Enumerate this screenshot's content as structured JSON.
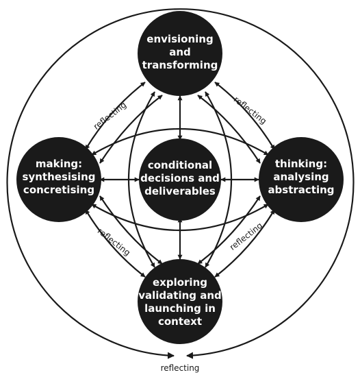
{
  "nodes": {
    "top": {
      "lines": [
        "envisioning",
        "and",
        "transforming"
      ]
    },
    "left": {
      "lines": [
        "making:",
        "synthesising",
        "concretising"
      ]
    },
    "center": {
      "lines": [
        "conditional",
        "decisions and",
        "deliverables"
      ]
    },
    "right": {
      "lines": [
        "thinking:",
        "analysing",
        "abstracting"
      ]
    },
    "bottom": {
      "lines": [
        "exploring",
        "validating and",
        "launching in",
        "context"
      ]
    }
  },
  "edge_labels": {
    "top_left": "reflecting",
    "top_right": "reflecting",
    "bottom_left": "reflecting",
    "bottom_right": "reflecting",
    "outer": "reflecting"
  },
  "colors": {
    "node_fill": "#1a1a1a",
    "node_text": "#ffffff",
    "line": "#1a1a1a"
  }
}
